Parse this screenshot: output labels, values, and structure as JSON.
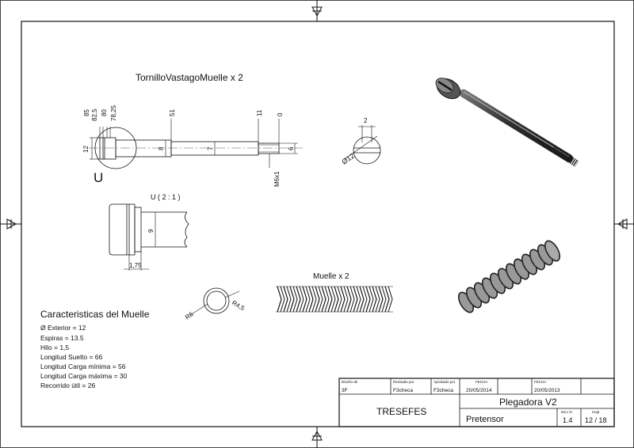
{
  "drawing": {
    "screw_title": "TornilloVastagoMuelle  x 2",
    "detail_title": "U ( 2 : 1 )",
    "detail_callout": "U",
    "spring_title": "Muelle x 2",
    "screw_dims": {
      "pos_85": "85",
      "pos_82_5": "82,5",
      "pos_80": "80",
      "pos_78_25": "78,25",
      "pos_51": "51",
      "pos_11": "11",
      "pos_0": "0",
      "dia_12": "12",
      "dia_8": "8",
      "dia_7": "7",
      "dia_6": "6",
      "thread": "M6x1"
    },
    "head_dims": {
      "slot": "2",
      "dia": "Ø12"
    },
    "detail_dims": {
      "dia": "9",
      "len": "1,75"
    },
    "ring_dims": {
      "r_outer": "R6",
      "r_inner": "R4,5"
    }
  },
  "characteristics": {
    "title": "Caracteristicas del Muelle",
    "lines": [
      "Ø Exterior = 12",
      "Espiras = 13.5",
      "Hilo = 1,5",
      "Longitud Suelto = 66",
      "Longitud Carga mínima = 56",
      "Longitud Carga máxima = 30",
      "Recorrido útil = 26"
    ]
  },
  "title_block": {
    "lbl_diseno": "Diseño de",
    "val_diseno": "3F",
    "lbl_revisado": "Revisado por",
    "val_revisado": "F3checa",
    "lbl_aprobado": "Aprobado por",
    "val_aprobado": "F3checa",
    "lbl_fecha1": "FECHA",
    "val_fecha1": "20/05/2014",
    "lbl_fecha2": "FECHA",
    "val_fecha2": "20/05/2013",
    "company": "TRESEFES",
    "project": "Plegadora V2",
    "part": "Pretensor",
    "lbl_edicion": "Ed.c Ín",
    "val_edicion": "1.4",
    "lbl_hoja": "Hoja",
    "val_hoja": "12 / 18"
  }
}
